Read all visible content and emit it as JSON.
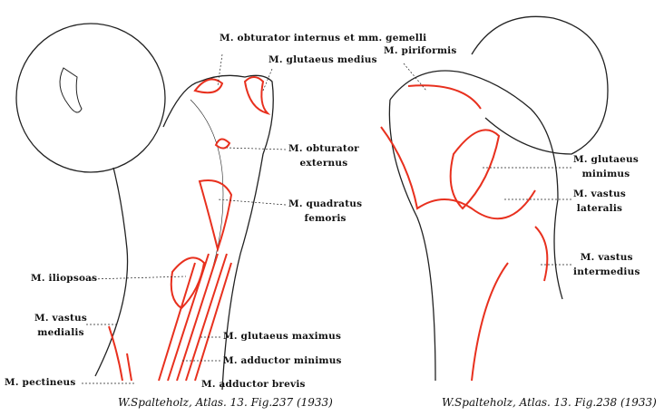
{
  "figure_left": {
    "labels": {
      "obturator_internus": "M. obturator internus et mm. gemelli",
      "glutaeus_medius": "M. glutaeus medius",
      "obturator_externus_1": "M. obturator",
      "obturator_externus_2": "externus",
      "quadratus_1": "M. quadratus",
      "quadratus_2": "femoris",
      "iliopsoas": "M. iliopsoas",
      "vastus_medialis_1": "M. vastus",
      "vastus_medialis_2": "medialis",
      "glutaeus_maximus": "M. glutaeus maximus",
      "adductor_minimus": "M. adductor minimus",
      "pectineus": "M. pectineus",
      "adductor_brevis": "M. adductor brevis"
    },
    "caption": "W.Spalteholz, Atlas. 13. Fig.237 (1933)"
  },
  "figure_right": {
    "labels": {
      "piriformis": "M. piriformis",
      "glutaeus_minimus_1": "M. glutaeus",
      "glutaeus_minimus_2": "minimus",
      "vastus_lateralis_1": "M. vastus",
      "vastus_lateralis_2": "lateralis",
      "vastus_intermedius_1": "M. vastus",
      "vastus_intermedius_2": "intermedius"
    },
    "caption": "W.Spalteholz, Atlas. 13. Fig.238 (1933)"
  },
  "colors": {
    "muscle_attachment": "#e8301e",
    "bone_outline": "#222222"
  }
}
